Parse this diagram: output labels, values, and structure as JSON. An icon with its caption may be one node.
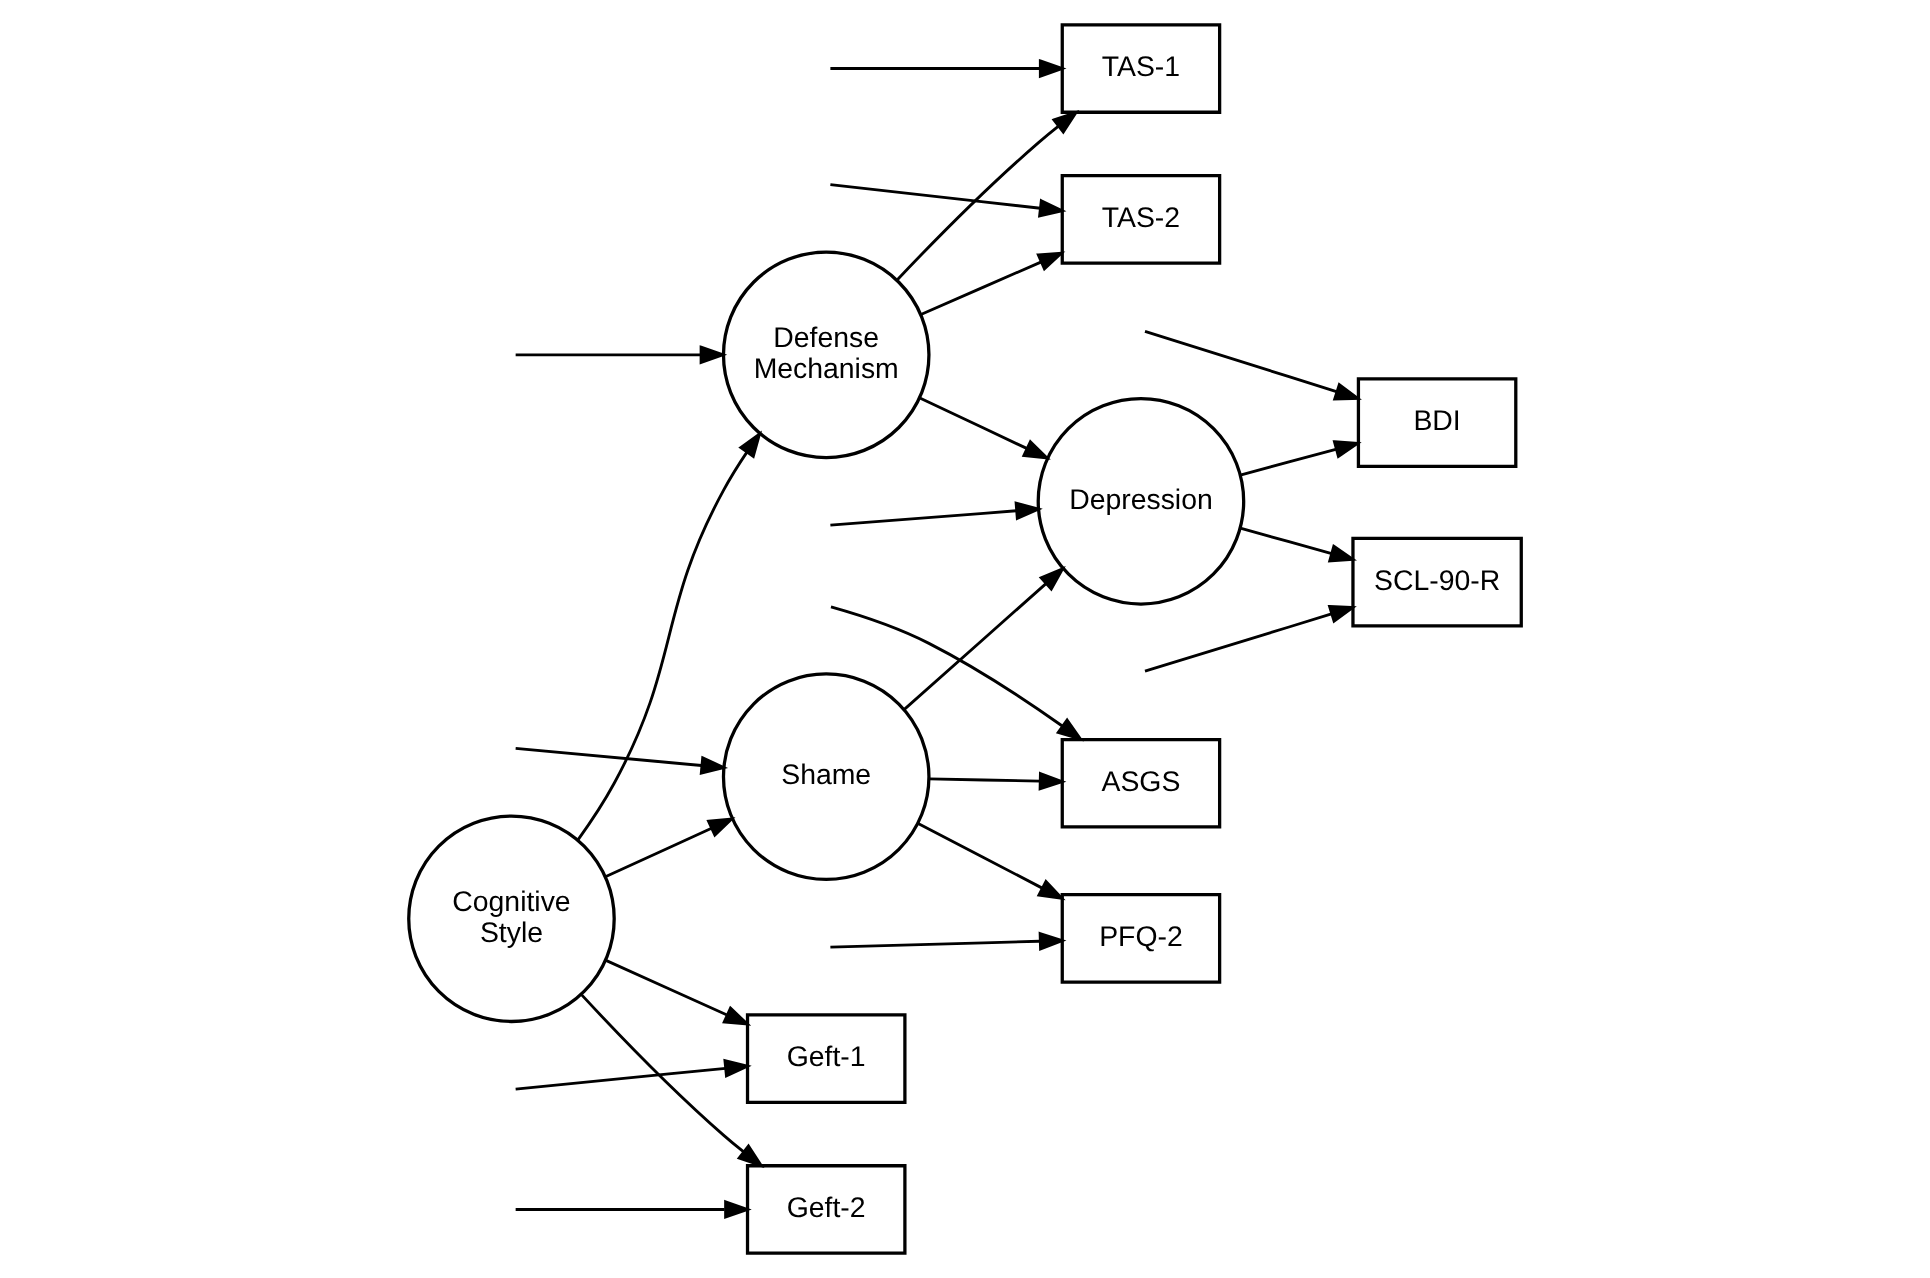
{
  "diagram": {
    "nodes": [
      {
        "text": [
          "TAS-1"
        ]
      },
      {
        "text": [
          "TAS-2"
        ]
      },
      {
        "text": [
          "Defense Mechanism"
        ]
      },
      {
        "text": [
          "Geft-1"
        ]
      },
      {
        "text": [
          "Cognitive Style"
        ]
      },
      {
        "text": [
          "BDI"
        ]
      },
      {
        "text": [
          "Depression"
        ]
      },
      {
        "text": [
          "Geft-2"
        ]
      },
      {
        "text": [
          "Shame"
        ]
      },
      {
        "text": [
          "SCL-90-R"
        ]
      },
      {
        "text": [
          "ASGS"
        ]
      },
      {
        "text": [
          "PFQ-2"
        ]
      }
    ],
    "edges": [
      {
        "from": null,
        "to": 0,
        "arrow": "to"
      },
      {
        "from": null,
        "to": 1,
        "arrow": "to"
      },
      {
        "from": 2,
        "to": 0,
        "arrow": "to"
      },
      {
        "from": 2,
        "to": 1,
        "arrow": "to"
      },
      {
        "from": null,
        "to": 3,
        "arrow": "to"
      },
      {
        "from": 4,
        "to": 3,
        "arrow": "to"
      },
      {
        "from": 4,
        "to": 7,
        "arrow": "to"
      },
      {
        "from": null,
        "to": 7,
        "arrow": "to"
      },
      {
        "from": 4,
        "to": 2,
        "arrow": "to"
      },
      {
        "from": 4,
        "to": 8,
        "arrow": "to"
      },
      {
        "from": 2,
        "to": 6,
        "arrow": "to"
      },
      {
        "from": 8,
        "to": 6,
        "arrow": "to"
      },
      {
        "from": null,
        "to": 6,
        "arrow": "to"
      },
      {
        "from": 6,
        "to": 5,
        "arrow": "to"
      },
      {
        "from": 6,
        "to": 9,
        "arrow": "to"
      },
      {
        "from": null,
        "to": 5,
        "arrow": "to"
      },
      {
        "from": null,
        "to": 9,
        "arrow": "to"
      },
      {
        "from": null,
        "to": 2,
        "arrow": "to"
      },
      {
        "from": null,
        "to": 8,
        "arrow": "to"
      },
      {
        "from": 8,
        "to": 10,
        "arrow": "to"
      },
      {
        "from": 8,
        "to": 11,
        "arrow": "to"
      },
      {
        "from": null,
        "to": 10,
        "arrow": "to"
      },
      {
        "from": null,
        "to": 11,
        "arrow": "to"
      }
    ]
  }
}
